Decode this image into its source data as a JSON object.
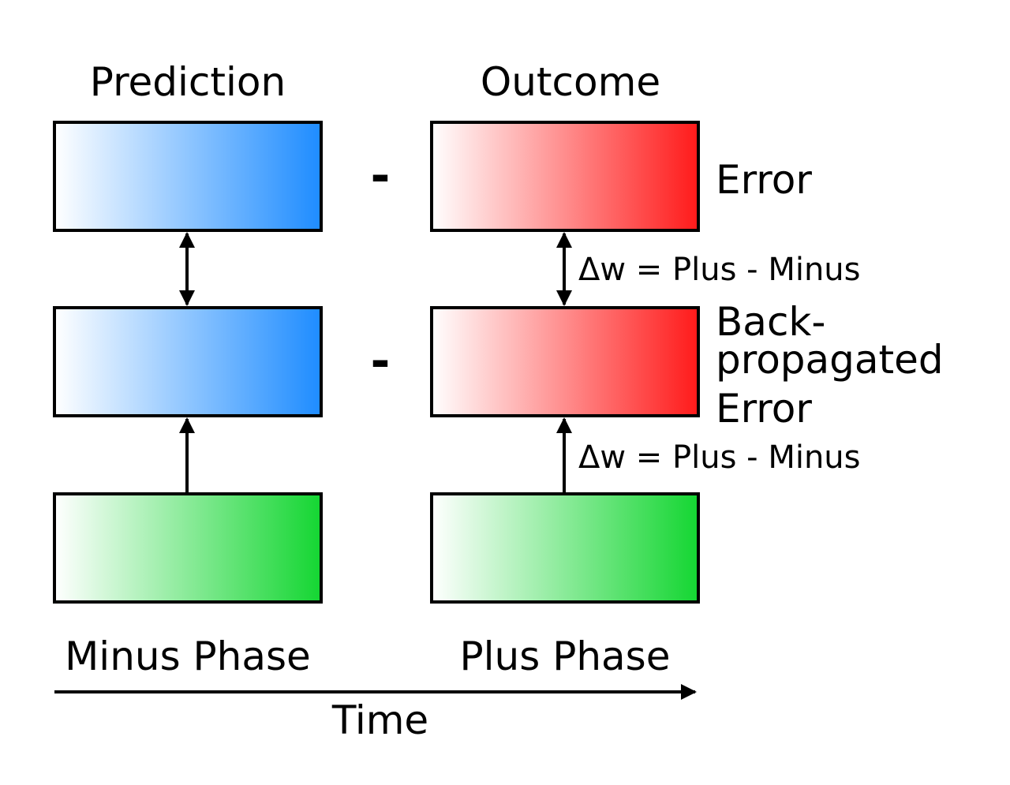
{
  "headers": {
    "prediction": "Prediction",
    "outcome": "Outcome"
  },
  "operators": {
    "top": "-",
    "middle": "-"
  },
  "labels": {
    "error": "Error",
    "backprop_line1": "Back-",
    "backprop_line2": "propagated",
    "backprop_line3": "Error",
    "dw_top": "Δw = Plus - Minus",
    "dw_bottom": "Δw = Plus - Minus"
  },
  "phases": {
    "minus": "Minus Phase",
    "plus": "Plus Phase"
  },
  "axis": {
    "time": "Time"
  },
  "colors": {
    "prediction_blue": "#1e8cff",
    "outcome_red": "#ff1a1a",
    "input_green": "#14d632",
    "dw_text": "#0000ee",
    "stroke": "#000000"
  }
}
